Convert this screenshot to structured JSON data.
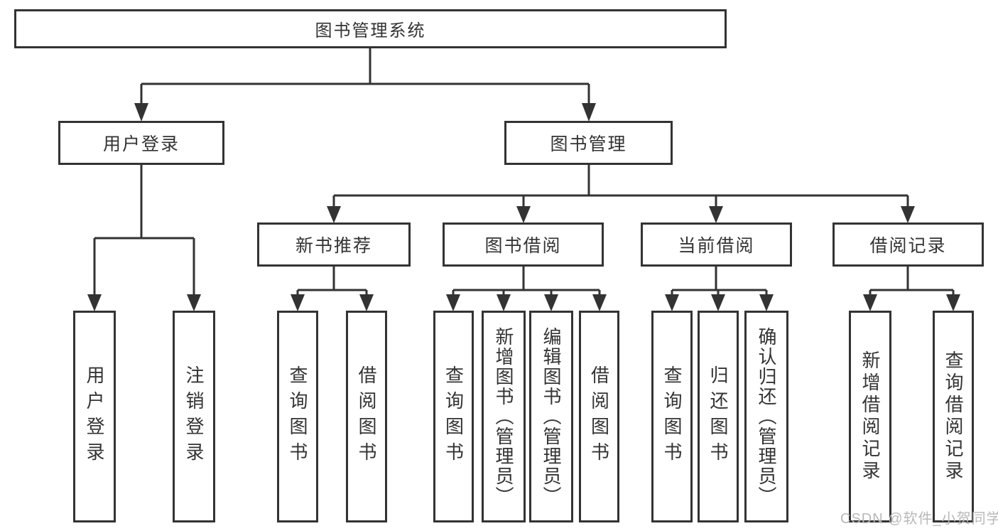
{
  "diagram": {
    "tree": {
      "root": "图书管理系统",
      "branches": [
        {
          "label": "用户登录",
          "children": [
            {
              "label": "用户登录"
            },
            {
              "label": "注销登录"
            }
          ]
        },
        {
          "label": "图书管理",
          "children": [
            {
              "label": "新书推荐",
              "children": [
                {
                  "label": "查询图书"
                },
                {
                  "label": "借阅图书"
                }
              ]
            },
            {
              "label": "图书借阅",
              "children": [
                {
                  "label": "查询图书"
                },
                {
                  "label": "新增图书（管理员）"
                },
                {
                  "label": "编辑图书（管理员）"
                },
                {
                  "label": "借阅图书"
                }
              ]
            },
            {
              "label": "当前借阅",
              "children": [
                {
                  "label": "查询图书"
                },
                {
                  "label": "归还图书"
                },
                {
                  "label": "确认归还（管理员）"
                }
              ]
            },
            {
              "label": "借阅记录",
              "children": [
                {
                  "label": "新增借阅记录"
                },
                {
                  "label": "查询借阅记录"
                }
              ]
            }
          ]
        }
      ]
    }
  },
  "watermark": "CSDN @软件_小贺同学",
  "colors": {
    "line": "#333333",
    "text": "#333333",
    "background": "#ffffff",
    "watermark": "#b8b8b8"
  }
}
